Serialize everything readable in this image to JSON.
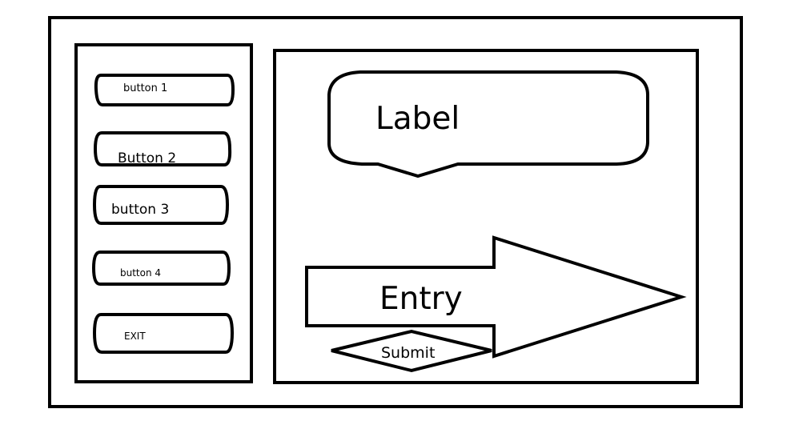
{
  "sidebar": {
    "buttons": [
      {
        "label": "button 1"
      },
      {
        "label": "Button 2"
      },
      {
        "label": "button 3"
      },
      {
        "label": "button 4"
      },
      {
        "label": "EXIT"
      }
    ]
  },
  "main": {
    "label_text": "Label",
    "entry_text": "Entry",
    "submit_text": "Submit"
  },
  "colors": {
    "stroke": "#000000",
    "background": "#ffffff"
  }
}
